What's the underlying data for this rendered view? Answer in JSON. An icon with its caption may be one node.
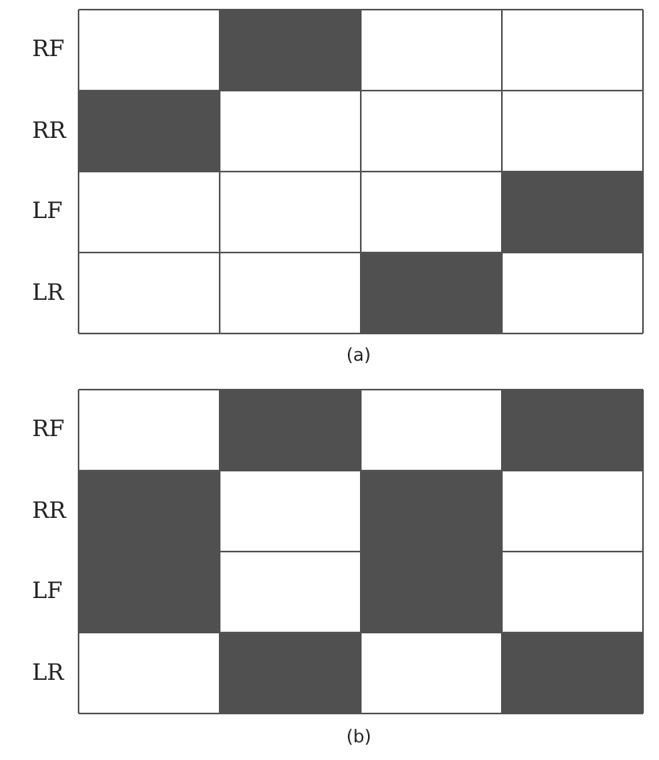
{
  "diagram": {
    "nodes": [
      {
        "text": [],
        "shape": "box"
      },
      {
        "text": [],
        "shape": "box"
      },
      {
        "text": [],
        "shape": "box"
      },
      {
        "text": [],
        "shape": "box"
      },
      {
        "text": [],
        "shape": "box"
      },
      {
        "text": [],
        "shape": "box"
      },
      {
        "text": [],
        "shape": "box"
      },
      {
        "text": [],
        "shape": "box"
      },
      {
        "text": [],
        "shape": "box"
      },
      {
        "text": [],
        "shape": "box"
      },
      {
        "text": [],
        "shape": "box"
      },
      {
        "text": [],
        "shape": "box"
      }
    ],
    "labels": [
      "RF",
      "RR",
      "LF",
      "LR",
      "(a)",
      "RF",
      "RR",
      "LF",
      "LR",
      "(b)"
    ]
  }
}
